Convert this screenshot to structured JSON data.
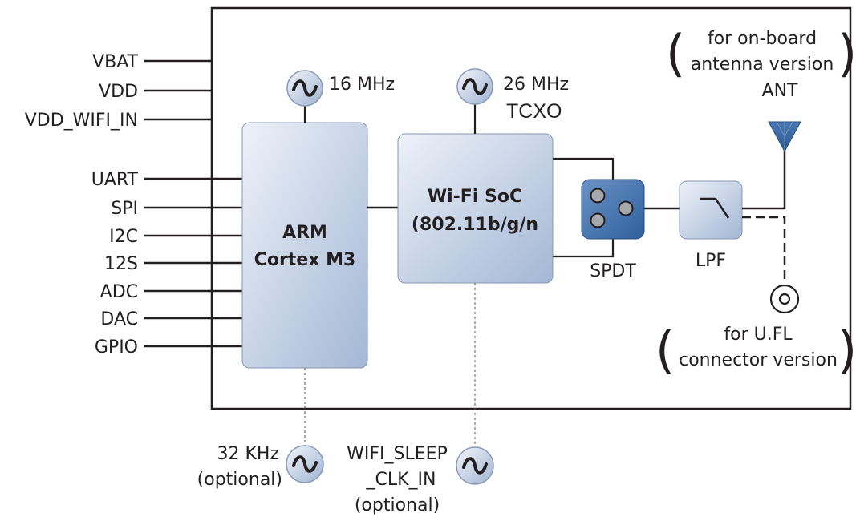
{
  "power_pins": [
    "VBAT",
    "VDD",
    "VDD_WIFI_IN"
  ],
  "io_pins": [
    "UART",
    "SPI",
    "I2C",
    "12S",
    "ADC",
    "DAC",
    "GPIO"
  ],
  "mcu": {
    "line1": "ARM",
    "line2": "Cortex M3"
  },
  "wifi_soc": {
    "line1": "Wi-Fi SoC",
    "line2": "(802.11b/g/n"
  },
  "osc_16": "16 MHz",
  "osc_26": {
    "line1": "26 MHz",
    "line2": "TCXO"
  },
  "spdt_label": "SPDT",
  "lpf_label": "LPF",
  "antenna_note": {
    "line1": "for on-board",
    "line2": "antenna version"
  },
  "antenna_label": "ANT",
  "ufl_note": {
    "line1": "for U.FL",
    "line2": "connector version"
  },
  "osc_32": {
    "line1": "32 KHz",
    "line2": "(optional)"
  },
  "osc_sleep": {
    "line1": "WIFI_SLEEP",
    "line2": "_CLK_IN",
    "line3": "(optional)"
  },
  "colors": {
    "block_top": "#e9eef7",
    "block_bottom": "#a9bcd8",
    "spdt_dark": "#3e6ea8",
    "line": "#231f20"
  }
}
